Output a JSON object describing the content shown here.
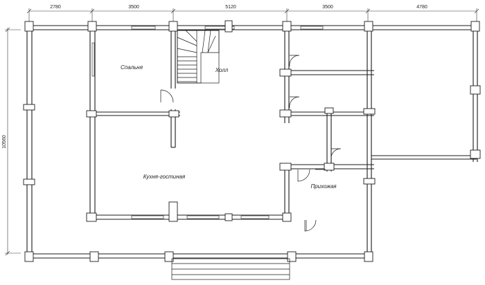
{
  "dimensions": {
    "top": [
      "2780",
      "3500",
      "5120",
      "3500",
      "4780"
    ],
    "left": "10560"
  },
  "rooms": {
    "bedroom": "Спальня",
    "hall": "Холл",
    "kitchen_living": "Кухня-гостиная",
    "entrance": "Прихожая"
  }
}
